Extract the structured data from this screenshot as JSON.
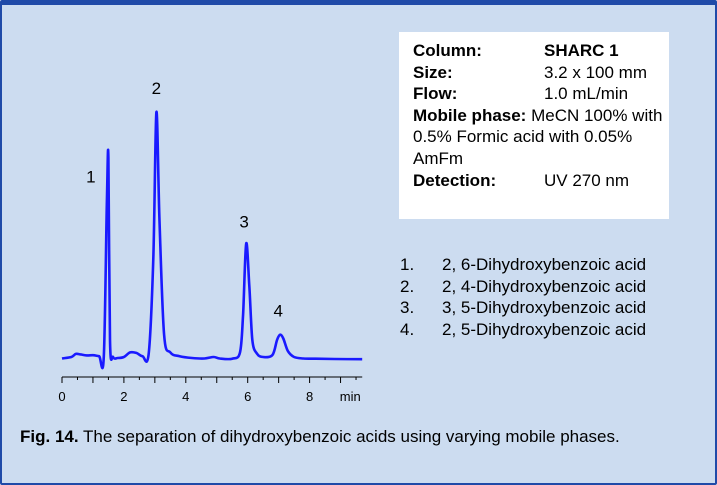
{
  "chart_data": {
    "type": "line",
    "xlabel": "min",
    "xlim": [
      0,
      9.7
    ],
    "xticks": [
      0,
      2,
      4,
      6,
      8
    ],
    "tick_labels": [
      "0",
      "2",
      "4",
      "6",
      "8"
    ],
    "line_color": "#1a1aff",
    "series": [
      {
        "x": [
          0,
          0.3,
          0.45,
          0.6,
          0.8,
          1.0,
          1.2,
          1.35,
          1.45,
          1.5,
          1.55,
          1.65,
          1.8,
          2.0,
          2.2,
          2.4,
          2.6,
          2.8,
          2.95,
          3.05,
          3.15,
          3.3,
          3.5,
          3.8,
          4.2,
          4.6,
          4.9,
          5.1,
          5.5,
          5.75,
          5.85,
          5.95,
          6.05,
          6.15,
          6.3,
          6.5,
          6.8,
          6.95,
          7.05,
          7.15,
          7.3,
          7.5,
          7.8,
          8.2,
          8.8,
          9.7
        ],
        "y": [
          0.6,
          1.2,
          2.4,
          2.2,
          1.8,
          1.9,
          1.5,
          1.3,
          63,
          80,
          8,
          1.2,
          0.8,
          1.2,
          3.0,
          2.8,
          1.5,
          2.5,
          40,
          98,
          55,
          10,
          3.0,
          1.5,
          0.8,
          0.6,
          1.2,
          0.6,
          0.5,
          3.0,
          18,
          46,
          30,
          8,
          2.5,
          1.2,
          2.0,
          8.0,
          10,
          8.5,
          3.5,
          1.2,
          0.6,
          0.5,
          0.4,
          0.3
        ]
      }
    ],
    "peak_labels": [
      {
        "label": "1",
        "x": 1.45,
        "y": 63
      },
      {
        "label": "2",
        "x": 3.05,
        "y": 98
      },
      {
        "label": "3",
        "x": 5.95,
        "y": 46
      },
      {
        "label": "4",
        "x": 7.05,
        "y": 10
      }
    ]
  },
  "info": {
    "column_label": "Column:",
    "column_value": "SHARC 1",
    "size_label": "Size:",
    "size_value": "3.2 x 100 mm",
    "flow_label": "Flow:",
    "flow_value": "1.0 mL/min",
    "mobile_label": "Mobile phase:",
    "mobile_value": " MeCN 100% with 0.5% Formic acid with 0.05% AmFm",
    "detection_label": "Detection:",
    "detection_value": "UV 270 nm"
  },
  "legend": [
    {
      "num": "1.",
      "name": "2, 6-Dihydroxybenzoic acid"
    },
    {
      "num": "2.",
      "name": "2, 4-Dihydroxybenzoic acid"
    },
    {
      "num": "3.",
      "name": "3, 5-Dihydroxybenzoic acid"
    },
    {
      "num": "4.",
      "name": "2, 5-Dihydroxybenzoic acid"
    }
  ],
  "caption": {
    "label": "Fig. 14.",
    "text": " The separation of dihydroxybenzoic acids using varying mobile phases."
  }
}
